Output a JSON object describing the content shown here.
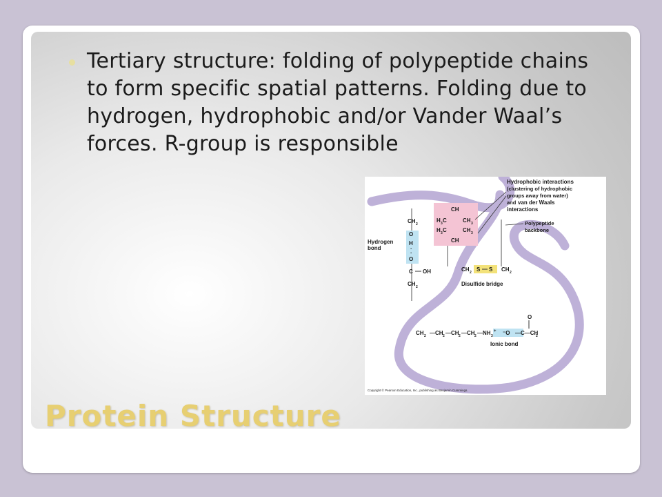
{
  "slide": {
    "bullet_text": "Tertiary structure: folding of polypeptide chains to form specific spatial patterns. Folding due to hydrogen, hydrophobic and/or Vander Waal’s forces. R-group is responsible",
    "title": "Protein Structure",
    "accent_color": "#e7cf72",
    "bullet_color": "#e7dfa0"
  },
  "figure": {
    "hydrophobic_label_1": "Hydrophobic interactions",
    "hydrophobic_label_2": "(clustering of hydrophobic",
    "hydrophobic_label_3": "groups away from water)",
    "hydrophobic_label_4": "and",
    "hydrophobic_label_5": "van der Waals",
    "hydrophobic_label_6": "interactions",
    "backbone_label_1": "Polypeptide",
    "backbone_label_2": "backbone",
    "hydrogen_label_1": "Hydrogen",
    "hydrogen_label_2": "bond",
    "disulfide_label": "Disulfide bridge",
    "ionic_label": "Ionic bond",
    "copyright": "Copyright © Pearson Education, Inc., publishing as Benjamin Cummings."
  }
}
